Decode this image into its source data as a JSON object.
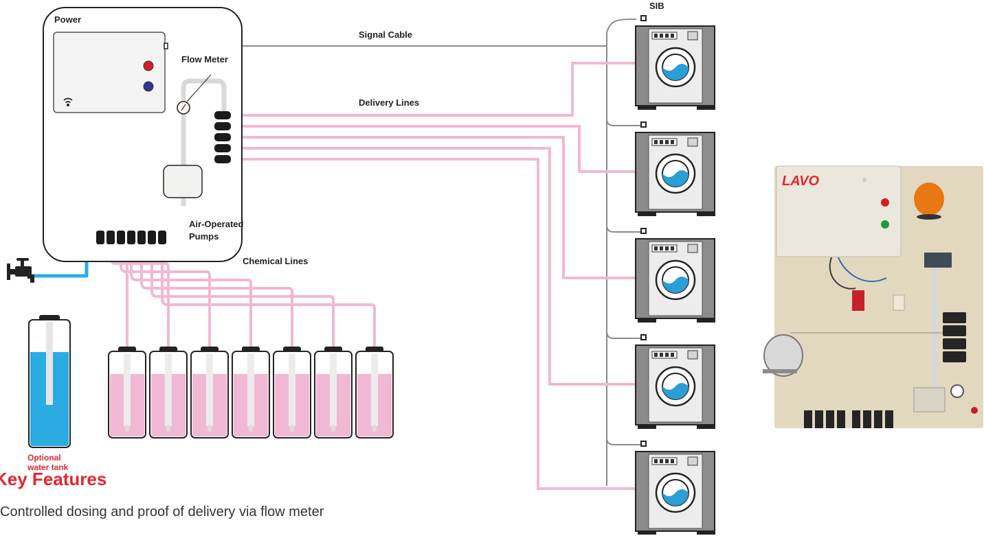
{
  "brand": "LAVO",
  "labels": {
    "power": "Power",
    "flow_meter": "Flow Meter",
    "pumps_line1": "Air-Operated",
    "pumps_line2": "Pumps",
    "chemical_lines": "Chemical Lines",
    "signal_cable": "Signal Cable",
    "delivery_lines": "Delivery Lines",
    "sib": "SIB",
    "tank_line1": "Optional",
    "tank_line2": "water tank"
  },
  "key_features": {
    "heading": "Key Features",
    "items": [
      "Controlled dosing and proof of delivery via flow meter"
    ]
  },
  "colors": {
    "brand_red": "#e3262f",
    "chemical_pink": "#f1b8d4",
    "water_blue": "#2aace2",
    "signal_gray": "#8a8a8a",
    "machine_gray": "#8c8c8c"
  },
  "counts": {
    "chemicals": 7,
    "machines": 5,
    "delivery_outlets": 5
  }
}
